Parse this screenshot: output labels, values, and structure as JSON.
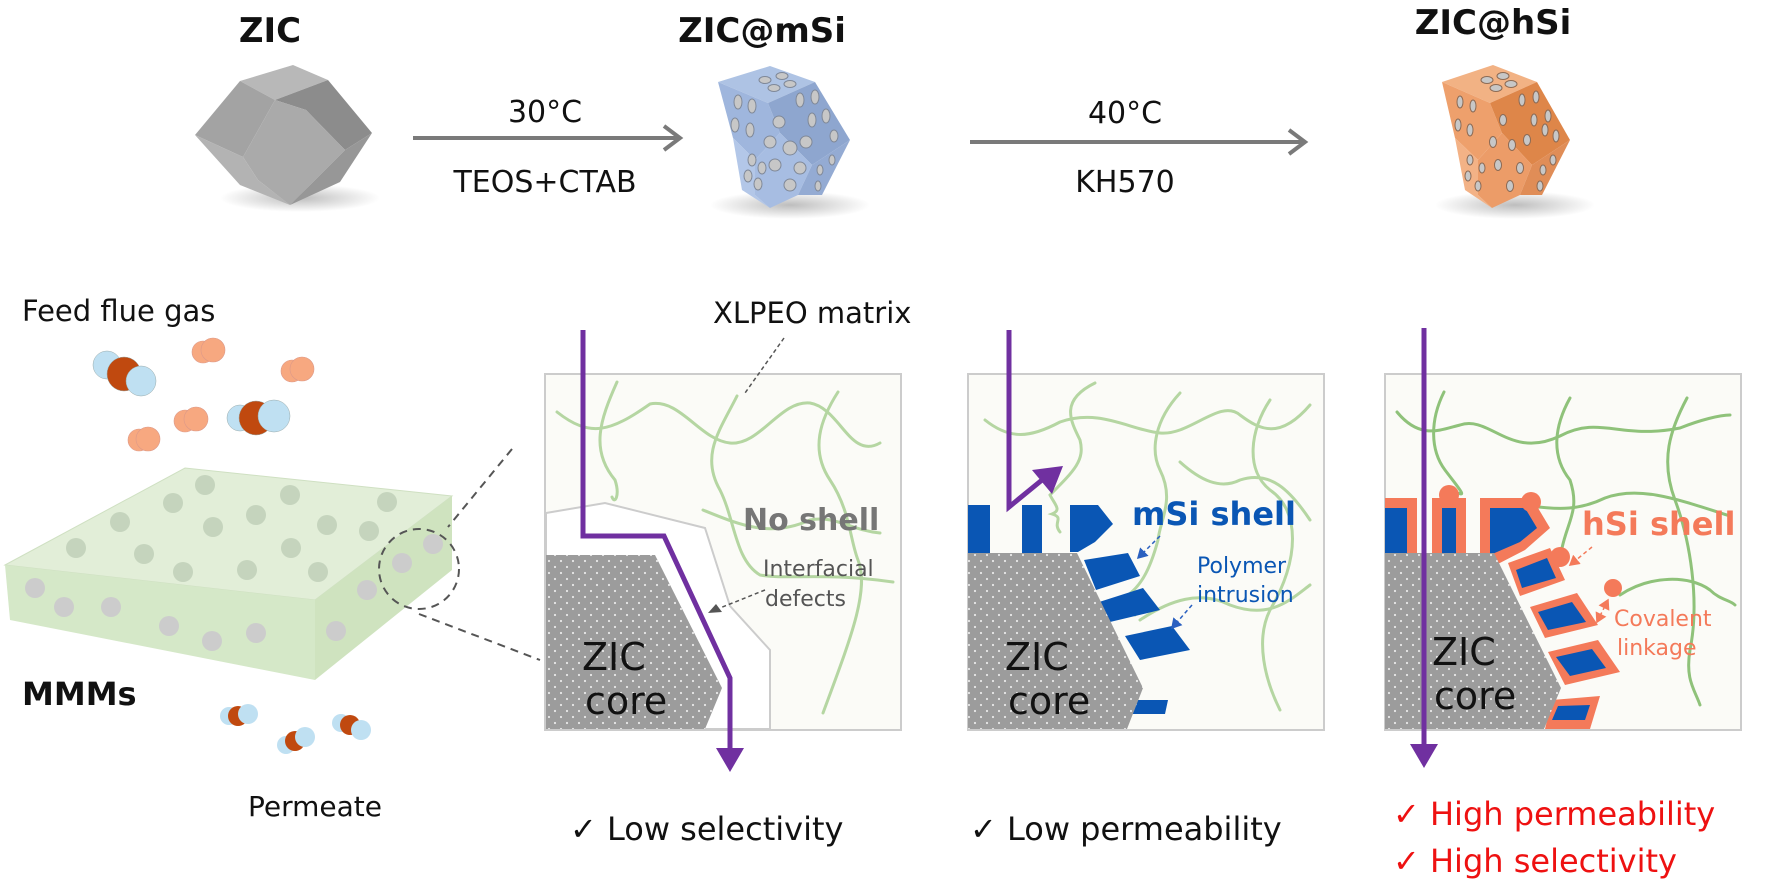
{
  "title_row": {
    "stages": [
      {
        "label": "ZIC"
      },
      {
        "label": "ZIC@mSi"
      },
      {
        "label": "ZIC@hSi"
      }
    ],
    "steps": [
      {
        "temperature": "30°C",
        "reagents": "TEOS+CTAB"
      },
      {
        "temperature": "40°C",
        "reagents": "KH570"
      }
    ]
  },
  "membrane": {
    "feed_label": "Feed flue gas",
    "membrane_label": "MMMs",
    "permeate_label": "Permeate"
  },
  "panels": [
    {
      "callout": "XLPEO matrix",
      "core_line1": "ZIC",
      "core_line2": "core",
      "shell_label": "No shell",
      "note_line1": "Interfacial",
      "note_line2": "defects",
      "results": [
        "✓ Low selectivity"
      ]
    },
    {
      "core_line1": "ZIC",
      "core_line2": "core",
      "shell_label": "mSi shell",
      "note_line1": "Polymer",
      "note_line2": "intrusion",
      "results": [
        "✓ Low permeability"
      ]
    },
    {
      "core_line1": "ZIC",
      "core_line2": "core",
      "shell_label": "hSi shell",
      "note_line1": "Covalent",
      "note_line2": "linkage",
      "results": [
        "✓ High permeability",
        "✓ High selectivity"
      ]
    }
  ],
  "colors": {
    "path_purple": "#7030a0",
    "msi_blue": "#0a56b4",
    "hsi_orange": "#f47a5a",
    "polymer_green": "#a9d18e",
    "result_red": "#ee1111",
    "msi_crystal": "#9db3d9",
    "hsi_crystal": "#ee9a62"
  }
}
